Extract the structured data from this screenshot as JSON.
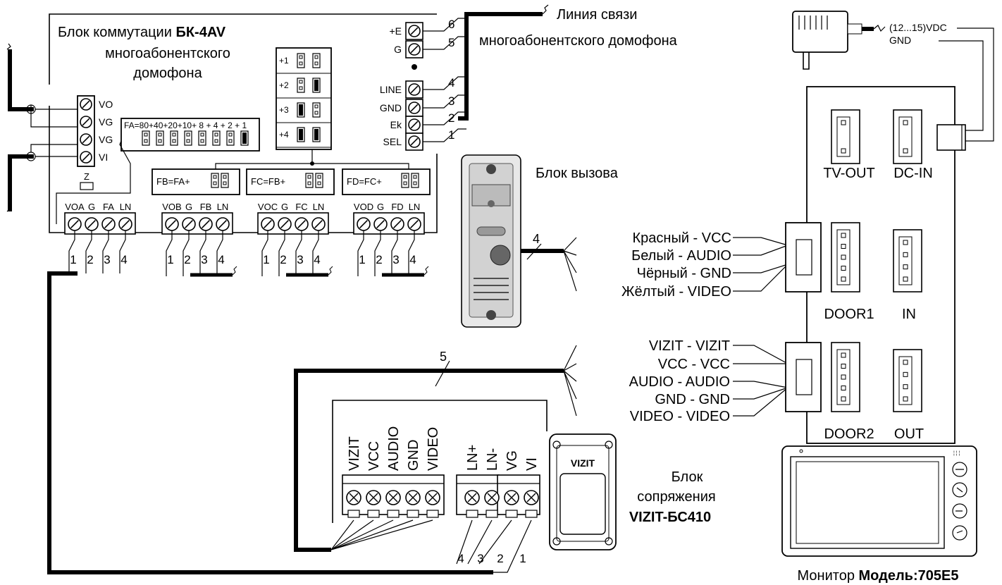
{
  "bk": {
    "title_line1": "Блок коммутации",
    "title_bold": "БК-4AV",
    "title_line2": "многоабонентского",
    "title_line3": "домофона",
    "left_terms": [
      "VO",
      "VG",
      "VG",
      "VI"
    ],
    "z_label": "Z",
    "fa_label": "FA=80+40+20+10+ 8 + 4 + 2 + 1",
    "fb_label": "FB=FA+",
    "fc_label": "FC=FB+",
    "fd_label": "FD=FC+",
    "jumper_rows": [
      "+1",
      "+2",
      "+3",
      "+4"
    ],
    "right_terms": [
      "+E",
      "G",
      "LINE",
      "GND",
      "Ek",
      "SEL"
    ],
    "right_nums": [
      "6",
      "5",
      "4",
      "3",
      "2",
      "1"
    ],
    "groups": [
      {
        "labels": [
          "VOA",
          "G",
          "FA",
          "LN"
        ]
      },
      {
        "labels": [
          "VOB",
          "G",
          "FB",
          "LN"
        ]
      },
      {
        "labels": [
          "VOC",
          "G",
          "FC",
          "LN"
        ]
      },
      {
        "labels": [
          "VOD",
          "G",
          "FD",
          "LN"
        ]
      }
    ],
    "wire_nums": [
      "1",
      "2",
      "3",
      "4"
    ]
  },
  "line_label1": "Линия связи",
  "line_label2": "многоабонентского домофона",
  "call_block_label": "Блок вызова",
  "call_wire_count": "4",
  "call_wires": [
    "Красный - VCC",
    "Белый - AUDIO",
    "Чёрный - GND",
    "Жёлтый - VIDEO"
  ],
  "bus_wire_count": "5",
  "bus_wires": [
    "VIZIT - VIZIT",
    "VCC - VCC",
    "AUDIO - AUDIO",
    "GND - GND",
    "VIDEO - VIDEO"
  ],
  "power": {
    "vdc": "(12...15)VDC",
    "gnd": "GND"
  },
  "monitor": {
    "connectors": [
      "TV-OUT",
      "DC-IN",
      "DOOR1",
      "IN",
      "DOOR2",
      "OUT"
    ],
    "caption_prefix": "Монитор ",
    "caption_bold": "Модель:705E5"
  },
  "bs": {
    "terms": [
      "VIZIT",
      "VCC",
      "AUDIO",
      "GND",
      "VIDEO",
      "LN+",
      "LN-",
      "VG",
      "VI"
    ],
    "bottom_nums": [
      "4",
      "3",
      "2",
      "1"
    ],
    "logo": "VIZIT",
    "label1": "Блок",
    "label2": "сопряжения",
    "label3": "VIZIT-БС410"
  }
}
